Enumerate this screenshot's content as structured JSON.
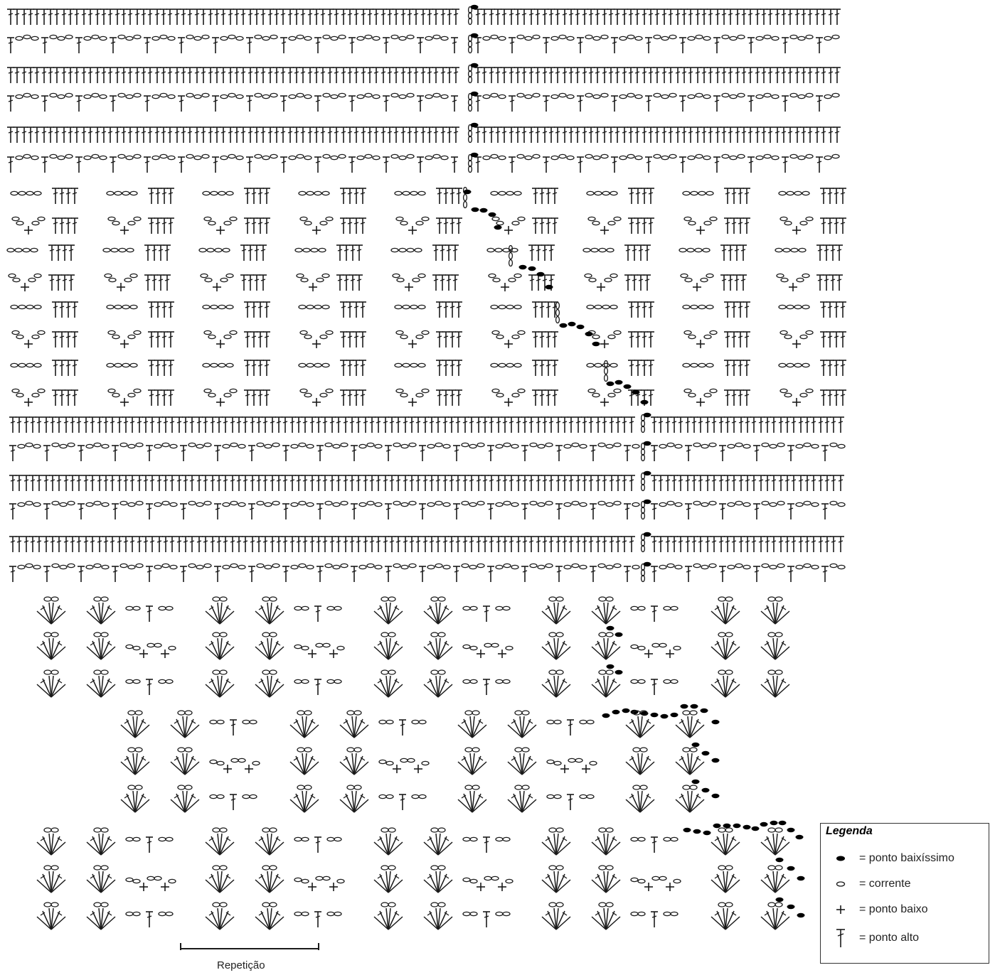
{
  "legend": {
    "title": "Legenda",
    "items": [
      {
        "icon": "slip-stitch-icon",
        "label": "= ponto baixíssimo"
      },
      {
        "icon": "chain-stitch-icon",
        "label": "= corrente"
      },
      {
        "icon": "single-crochet-icon",
        "label": "= ponto baixo"
      },
      {
        "icon": "double-crochet-icon",
        "label": "= ponto alto"
      }
    ]
  },
  "repeat_label": "Repetição",
  "colors": {
    "ink": "#1a1a1a",
    "background": "#ffffff",
    "legend_border": "#333333"
  }
}
